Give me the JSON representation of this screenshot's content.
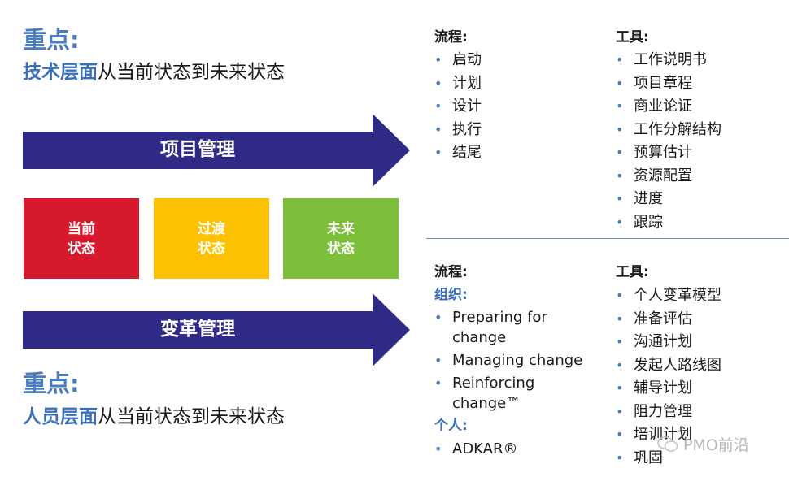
{
  "top_focus": {
    "title": "重点:",
    "highlight": "技术层面",
    "rest": "从当前状态到未来状态"
  },
  "bottom_focus": {
    "title": "重点:",
    "highlight": "人员层面",
    "rest": "从当前状态到未来状态"
  },
  "arrows": {
    "top": "项目管理",
    "bottom": "变革管理"
  },
  "colors": {
    "arrow": "#2e2a86",
    "current": "#d7192e",
    "transition": "#fcc100",
    "future": "#7dbe3a",
    "accent": "#3a6fb8"
  },
  "states": [
    {
      "line1": "当前",
      "line2": "状态"
    },
    {
      "line1": "过渡",
      "line2": "状态"
    },
    {
      "line1": "未来",
      "line2": "状态"
    }
  ],
  "pm": {
    "process_head": "流程:",
    "process": [
      "启动",
      "计划",
      "设计",
      "执行",
      "结尾"
    ],
    "tools_head": "工具:",
    "tools": [
      "工作说明书",
      "项目章程",
      "商业论证",
      "工作分解结构",
      "预算估计",
      "资源配置",
      "进度",
      "跟踪"
    ]
  },
  "cm": {
    "process_head": "流程:",
    "org_head": "组织:",
    "org": [
      {
        "line1": "Preparing for",
        "line2": "change"
      },
      {
        "line1": "Managing change",
        "line2": ""
      },
      {
        "line1": "Reinforcing",
        "line2": "change™"
      }
    ],
    "person_head": "个人:",
    "person": [
      "ADKAR®"
    ],
    "tools_head": "工具:",
    "tools": [
      "个人变革模型",
      "准备评估",
      "沟通计划",
      "发起人路线图",
      "辅导计划",
      "阻力管理",
      "培训计划",
      "巩固"
    ]
  },
  "watermark": "PMO前沿",
  "icons": {
    "watermark_icon": "wechat-chat-bubble-icon"
  }
}
